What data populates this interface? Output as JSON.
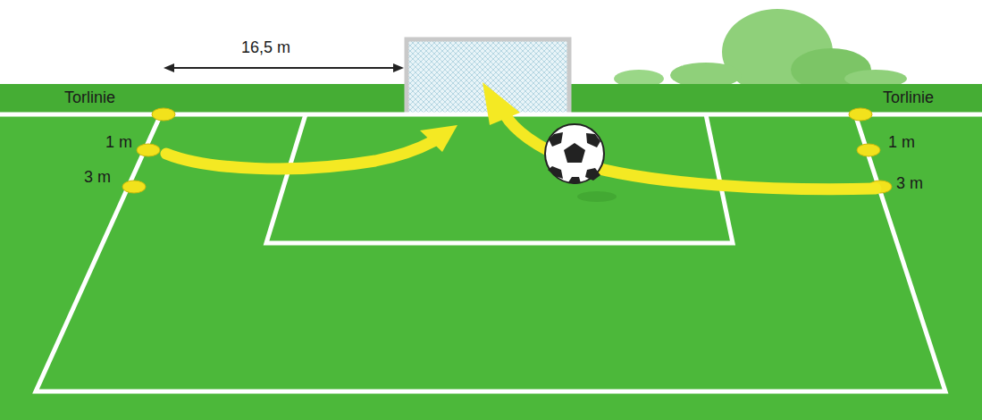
{
  "diagram": {
    "labels": [
      "16,5 m",
      "Torlinie",
      "1 m",
      "3 m",
      "Torlinie",
      "1 m",
      "3 m"
    ]
  }
}
